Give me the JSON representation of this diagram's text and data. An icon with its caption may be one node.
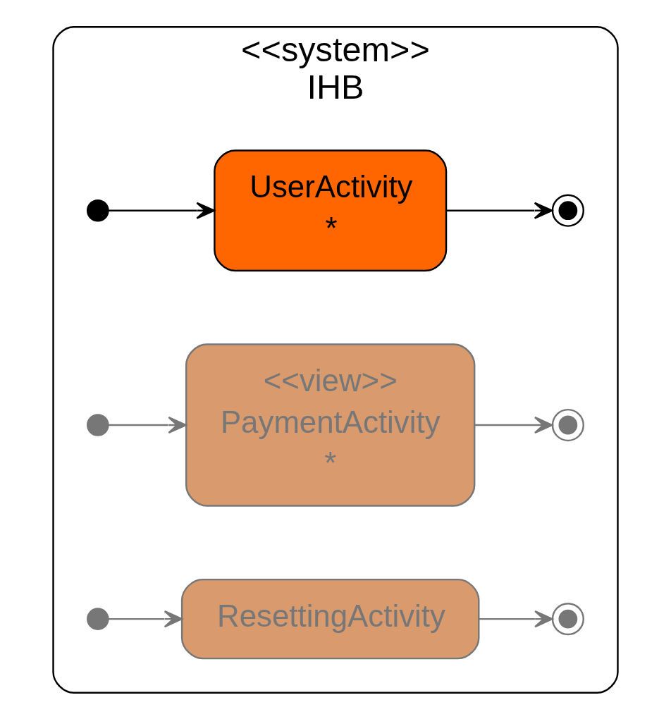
{
  "diagram": {
    "nodes": [
      {
        "text": [
          "<<system>>",
          "IHB"
        ]
      },
      {
        "text": [],
        "shape": "circle",
        "in": 0
      },
      {
        "text": [
          "UserActivity",
          "*"
        ],
        "in": 0
      },
      {
        "text": [],
        "shape": "bullseye",
        "in": 0
      },
      {
        "text": [],
        "shape": "circle",
        "in": 0
      },
      {
        "text": [
          "<<view>>",
          "PaymentActivity",
          "*"
        ],
        "in": 0
      },
      {
        "text": [],
        "shape": "bullseye",
        "in": 0
      },
      {
        "text": [],
        "shape": "circle",
        "in": 0
      },
      {
        "text": [
          "ResettingActivity"
        ],
        "in": 0
      },
      {
        "text": [],
        "shape": "bullseye",
        "in": 0
      }
    ],
    "edges": [
      {
        "from": 1,
        "to": 2,
        "arrow": "to",
        "color": "#000000"
      },
      {
        "from": 2,
        "to": 3,
        "arrow": "to",
        "color": "#000000"
      },
      {
        "from": 4,
        "to": 5,
        "arrow": "to",
        "color": "#777777"
      },
      {
        "from": 5,
        "to": 6,
        "arrow": "to",
        "color": "#777777"
      },
      {
        "from": 7,
        "to": 8,
        "arrow": "to",
        "color": "#777777"
      },
      {
        "from": 8,
        "to": 9,
        "arrow": "to",
        "color": "#777777"
      }
    ]
  }
}
